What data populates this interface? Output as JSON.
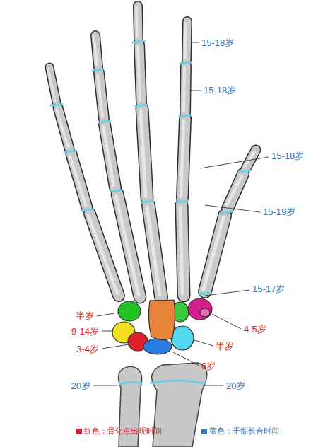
{
  "diagram": {
    "labels": [
      "15-18岁",
      "15-18岁",
      "15-18岁",
      "15-19岁",
      "15-17岁",
      "半岁",
      "9-14岁",
      "3-4岁",
      "4-5岁",
      "半岁",
      "6岁",
      "20岁",
      "20岁"
    ],
    "legend": [
      {
        "text": "红色：骨化点出现时间",
        "color": "#d61d28"
      },
      {
        "text": "蓝色：干骺长合时间",
        "color": "#3579bb"
      }
    ]
  }
}
